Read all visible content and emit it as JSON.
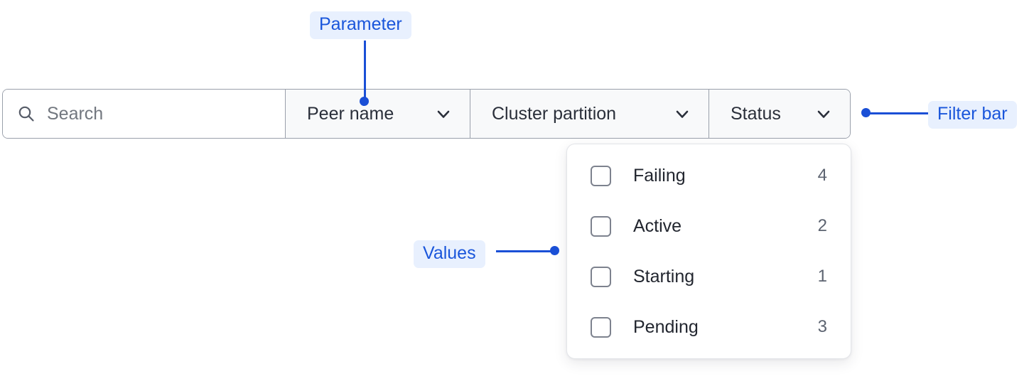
{
  "filter_bar": {
    "search": {
      "icon": "search-icon",
      "placeholder": "Search",
      "value": ""
    },
    "segments": [
      {
        "label": "Peer name",
        "icon": "chevron-down-icon"
      },
      {
        "label": "Cluster partition",
        "icon": "chevron-down-icon"
      },
      {
        "label": "Status",
        "icon": "chevron-down-icon"
      }
    ]
  },
  "dropdown": {
    "options": [
      {
        "label": "Failing",
        "count": "4",
        "checked": false
      },
      {
        "label": "Active",
        "count": "2",
        "checked": false
      },
      {
        "label": "Starting",
        "count": "1",
        "checked": false
      },
      {
        "label": "Pending",
        "count": "3",
        "checked": false
      }
    ]
  },
  "annotations": {
    "parameter": "Parameter",
    "filter_bar": "Filter bar",
    "values": "Values"
  },
  "colors": {
    "annotation_text": "#1a56db",
    "annotation_bg": "#e8f0fe",
    "connector": "#1a4fd6",
    "bar_border": "#9aa0ab",
    "segment_bg": "#f8f9fa",
    "search_bg": "#ffffff",
    "panel_border": "#e3e5e9",
    "checkbox_border": "#7d828e",
    "count_text": "#5c6370",
    "label_text": "#22262f",
    "placeholder_text": "#72777f"
  }
}
